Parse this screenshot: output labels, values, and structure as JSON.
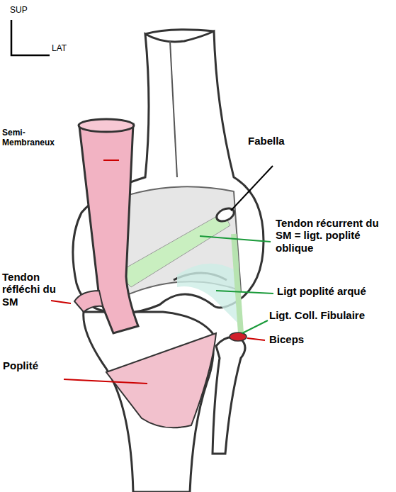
{
  "diagram": {
    "labels": [
      "SUP",
      "LAT",
      "Semi- Membraneux",
      "Fabella",
      "Tendon récurrent du SM = ligt. poplité oblique",
      "Tendon réfléchi du SM",
      "Ligt poplité arqué",
      "Ligt. Coll. Fibulaire",
      "Biceps",
      "Poplité"
    ]
  }
}
